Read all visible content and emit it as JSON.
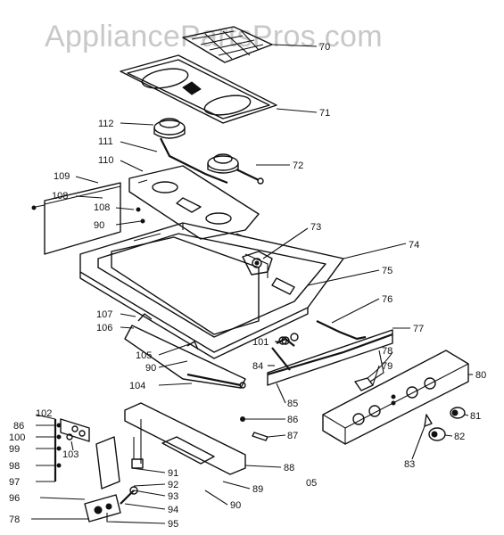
{
  "watermark": "AppliancePartsPros.com",
  "callouts": {
    "c70": "70",
    "c71": "71",
    "c72": "72",
    "c73": "73",
    "c74": "74",
    "c75": "75",
    "c76": "76",
    "c77": "77",
    "c78a": "78",
    "c79": "79",
    "c80": "80",
    "c81": "81",
    "c82": "82",
    "c83": "83",
    "c84": "84",
    "c85": "85",
    "c86a": "86",
    "c87": "87",
    "c88": "88",
    "c89": "89",
    "c90a": "90",
    "c90b": "90",
    "c90c": "90",
    "c91": "91",
    "c92": "92",
    "c93": "93",
    "c94": "94",
    "c95": "95",
    "c96": "96",
    "c97": "97",
    "c98": "98",
    "c99": "99",
    "c100": "100",
    "c86b": "86",
    "c102": "102",
    "c103": "103",
    "c101": "101",
    "c104": "104",
    "c105": "105",
    "c106": "106",
    "c107": "107",
    "c108a": "108",
    "c108b": "108",
    "c109": "109",
    "c110": "110",
    "c111": "111",
    "c112": "112",
    "c78b": "78",
    "code": "05"
  }
}
